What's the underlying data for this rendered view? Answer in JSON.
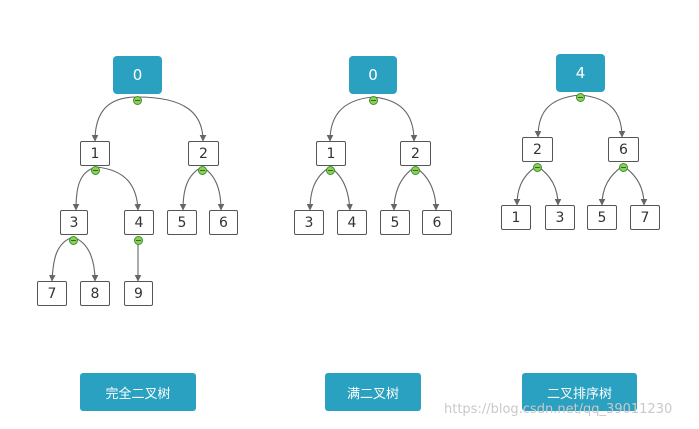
{
  "diagrams": [
    {
      "caption": "完全二叉树",
      "nodes": [
        "0",
        "1",
        "2",
        "3",
        "4",
        "5",
        "6",
        "7",
        "8",
        "9"
      ]
    },
    {
      "caption": "满二叉树",
      "nodes": [
        "0",
        "1",
        "2",
        "3",
        "4",
        "5",
        "6"
      ]
    },
    {
      "caption": "二叉排序树",
      "nodes": [
        "4",
        "2",
        "6",
        "1",
        "3",
        "5",
        "7"
      ]
    }
  ],
  "watermark": "https://blog.csdn.net/qq_39011230",
  "colors": {
    "root_fill": "#2aa1c0",
    "caption_fill": "#2aa1c0",
    "collapse_icon": "#8ccf5a"
  }
}
